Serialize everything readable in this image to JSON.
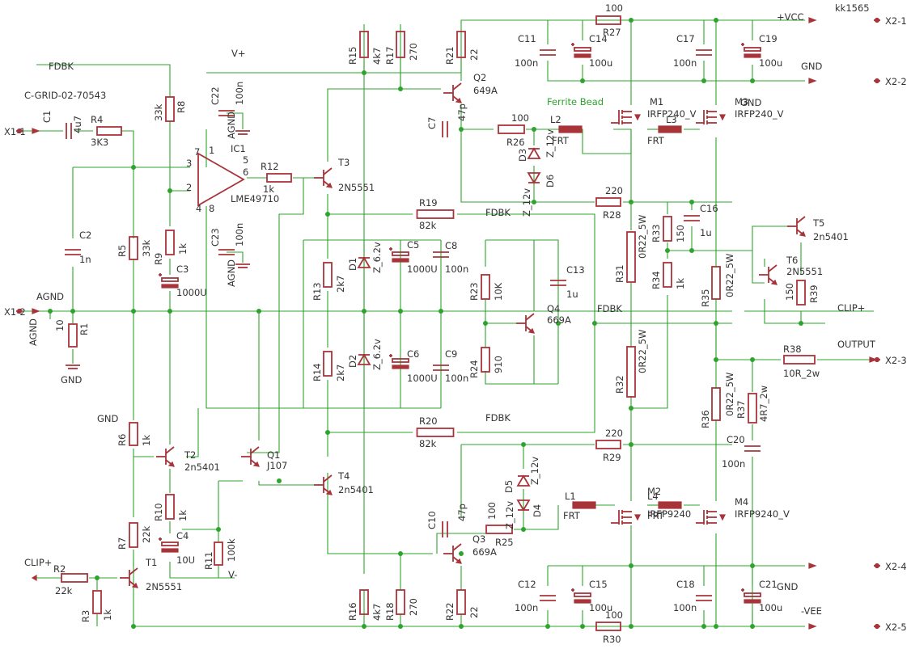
{
  "meta": {
    "corner_label": "kk1565",
    "grid_label": "C-GRID-02-70543"
  },
  "colors": {
    "wire": "#2ea42e",
    "component": "#a8343a",
    "text": "#333333",
    "background": "#ffffff"
  },
  "nets": {
    "fdbk": "FDBK",
    "vplus": "V+",
    "vminus": "V-",
    "agnd": "AGND",
    "gnd": "GND",
    "vcc": "+VCC",
    "vee": "-VEE",
    "output": "OUTPUT",
    "clip": "CLIP+",
    "ferrite": "Ferrite Bead"
  },
  "connectors": {
    "x11": "X1-1",
    "x12": "X1-2",
    "x21": "X2-1",
    "x22": "X2-2",
    "x23": "X2-3",
    "x24": "X2-4",
    "x25": "X2-5"
  },
  "pins": {
    "p1": "1",
    "p2": "2",
    "p3": "3",
    "p4": "4",
    "p5": "5",
    "p6": "6",
    "p7": "7",
    "p8": "8",
    "p10": "10"
  },
  "parts": {
    "R1": {
      "name": "R1"
    },
    "R2": {
      "name": "R2",
      "value": "22k"
    },
    "R3": {
      "name": "R3",
      "value": "1k"
    },
    "R4": {
      "name": "R4",
      "value": "3K3"
    },
    "R5": {
      "name": "R5",
      "value": "33k"
    },
    "R6": {
      "name": "R6",
      "value": "1k"
    },
    "R7": {
      "name": "R7",
      "value": "22k"
    },
    "R8": {
      "name": "R8",
      "value": "33k"
    },
    "R9": {
      "name": "R9",
      "value": "1k"
    },
    "R10": {
      "name": "R10",
      "value": "1k"
    },
    "R11": {
      "name": "R11",
      "value": "100k"
    },
    "R12": {
      "name": "R12",
      "value": "1k"
    },
    "R13": {
      "name": "R13",
      "value": "2k7"
    },
    "R14": {
      "name": "R14",
      "value": "2k7"
    },
    "R15": {
      "name": "R15",
      "value": "4k7"
    },
    "R16": {
      "name": "R16",
      "value": "4k7"
    },
    "R17": {
      "name": "R17",
      "value": "270"
    },
    "R18": {
      "name": "R18",
      "value": "270"
    },
    "R19": {
      "name": "R19",
      "value": "82k"
    },
    "R20": {
      "name": "R20",
      "value": "82k"
    },
    "R21": {
      "name": "R21",
      "value": "22"
    },
    "R22": {
      "name": "R22",
      "value": "22"
    },
    "R23": {
      "name": "R23",
      "value": "10K"
    },
    "R24": {
      "name": "R24",
      "value": "910"
    },
    "R25": {
      "name": "R25",
      "value": "100"
    },
    "R26": {
      "name": "R26",
      "value": "100"
    },
    "R27": {
      "name": "R27",
      "value": "100"
    },
    "R28": {
      "name": "R28",
      "value": "220"
    },
    "R29": {
      "name": "R29",
      "value": "220"
    },
    "R30": {
      "name": "R30",
      "value": "100"
    },
    "R31": {
      "name": "R31",
      "value": "0R22_5W"
    },
    "R32": {
      "name": "R32",
      "value": "0R22_5W"
    },
    "R33": {
      "name": "R33",
      "value": "150"
    },
    "R34": {
      "name": "R34",
      "value": "1k"
    },
    "R35": {
      "name": "R35",
      "value": "0R22_5W"
    },
    "R36": {
      "name": "R36",
      "value": "0R22_5W"
    },
    "R37": {
      "name": "R37",
      "value": "4R7_2w"
    },
    "R38": {
      "name": "R38",
      "value": "10R_2w"
    },
    "R39": {
      "name": "R39",
      "value": "150"
    },
    "C1": {
      "name": "C1",
      "value": "4u7"
    },
    "C2": {
      "name": "C2",
      "value": "1n"
    },
    "C3": {
      "name": "C3",
      "value": "1000U"
    },
    "C4": {
      "name": "C4",
      "value": "10U"
    },
    "C5": {
      "name": "C5",
      "value": "1000U"
    },
    "C6": {
      "name": "C6",
      "value": "1000U"
    },
    "C7": {
      "name": "C7",
      "value": "47p"
    },
    "C8": {
      "name": "C8",
      "value": "100n"
    },
    "C9": {
      "name": "C9",
      "value": "100n"
    },
    "C10": {
      "name": "C10",
      "value": "47p"
    },
    "C11": {
      "name": "C11",
      "value": "100n"
    },
    "C12": {
      "name": "C12",
      "value": "100n"
    },
    "C13": {
      "name": "C13",
      "value": "1u"
    },
    "C14": {
      "name": "C14",
      "value": "100u"
    },
    "C15": {
      "name": "C15",
      "value": "100u"
    },
    "C16": {
      "name": "C16",
      "value": "1u"
    },
    "C17": {
      "name": "C17",
      "value": "100n"
    },
    "C18": {
      "name": "C18",
      "value": "100n"
    },
    "C19": {
      "name": "C19",
      "value": "100u"
    },
    "C20": {
      "name": "C20",
      "value": "100n"
    },
    "C21": {
      "name": "C21",
      "value": "100u"
    },
    "C22": {
      "name": "C22",
      "value": "100n"
    },
    "C23": {
      "name": "C23",
      "value": "100n"
    },
    "D1": {
      "name": "D1",
      "value": "Z_6.2v"
    },
    "D2": {
      "name": "D2",
      "value": "Z_6.2v"
    },
    "D3": {
      "name": "D3",
      "value": "Z_12v"
    },
    "D4": {
      "name": "D4",
      "value": "Z_12v"
    },
    "D5": {
      "name": "D5",
      "value": "Z_12v"
    },
    "D6": {
      "name": "D6",
      "value": "Z_12v"
    },
    "L1": {
      "name": "L1",
      "value": "FRT"
    },
    "L2": {
      "name": "L2",
      "value": "FRT"
    },
    "L3": {
      "name": "L3",
      "value": "FRT"
    },
    "L4": {
      "name": "L4",
      "value": "FRT"
    },
    "IC1": {
      "name": "IC1",
      "value": "LME49710"
    },
    "T1": {
      "name": "T1",
      "value": "2N5551"
    },
    "T2": {
      "name": "T2",
      "value": "2n5401"
    },
    "T3": {
      "name": "T3",
      "value": "2N5551"
    },
    "T4": {
      "name": "T4",
      "value": "2n5401"
    },
    "T5": {
      "name": "T5",
      "value": "2n5401"
    },
    "T6": {
      "name": "T6",
      "value": "2N5551"
    },
    "Q1": {
      "name": "Q1",
      "value": "J107"
    },
    "Q2": {
      "name": "Q2",
      "value": "649A"
    },
    "Q3": {
      "name": "Q3",
      "value": "669A"
    },
    "Q4": {
      "name": "Q4",
      "value": "669A"
    },
    "M1": {
      "name": "M1",
      "value": "IRFP240_V"
    },
    "M2": {
      "name": "M2",
      "value": "IRFP9240"
    },
    "M3": {
      "name": "M3",
      "value": "IRFP240_V"
    },
    "M4": {
      "name": "M4",
      "value": "IRFP9240_V"
    }
  }
}
